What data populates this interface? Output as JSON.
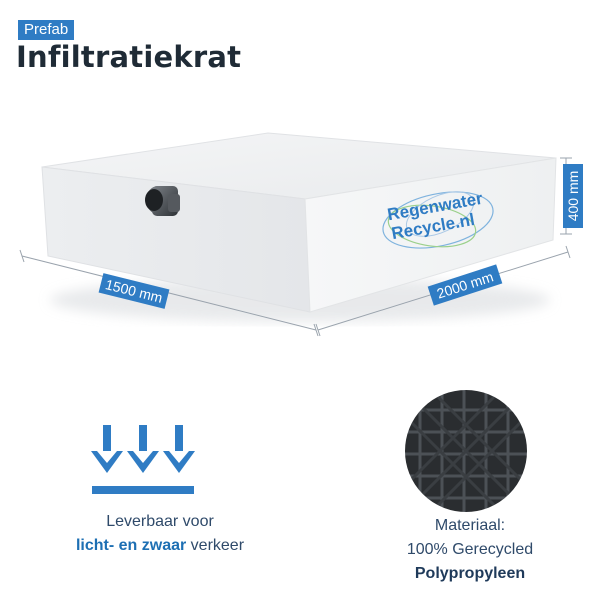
{
  "header": {
    "badge": "Prefab",
    "title": "Infiltratiekrat"
  },
  "dimensions": {
    "width": "1500 mm",
    "length": "2000 mm",
    "height": "400 mm"
  },
  "product_logo": {
    "line1": "Regenwater",
    "line2": "Recycle.nl"
  },
  "features": {
    "traffic": {
      "icon": "load-arrows-icon",
      "line1": "Leverbaar voor",
      "line2_bold": "licht- en zwaar",
      "line2_rest": " verkeer"
    },
    "material": {
      "icon": "crate-material-photo",
      "line1": "Materiaal:",
      "line2": "100% Gerecycled",
      "line3_bold": "Polypropyleen"
    }
  },
  "colors": {
    "accent": "#2f7cc4",
    "title": "#1f2b36",
    "caption": "#2f4a6a"
  }
}
